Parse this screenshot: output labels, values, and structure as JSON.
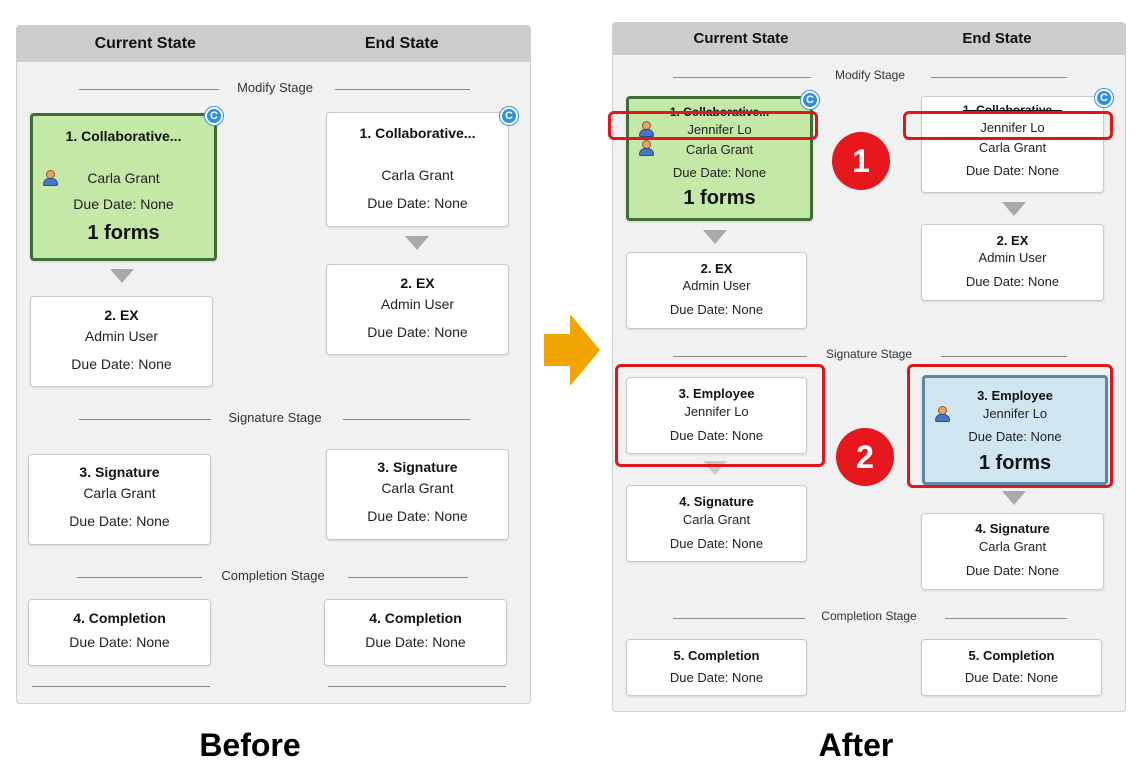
{
  "headers": {
    "current": "Current State",
    "end": "End State"
  },
  "stages": {
    "modify": "Modify Stage",
    "signature": "Signature Stage",
    "completion": "Completion Stage"
  },
  "badge": "C",
  "before": {
    "caption": "Before",
    "current": {
      "collab": {
        "title": "1. Collaborative...",
        "user": "Carla Grant",
        "due": "Due Date: None",
        "forms": "1 forms"
      },
      "ex": {
        "title": "2. EX",
        "user": "Admin User",
        "due": "Due Date: None"
      },
      "signature": {
        "title": "3. Signature",
        "user": "Carla Grant",
        "due": "Due Date: None"
      },
      "completion": {
        "title": "4. Completion",
        "due": "Due Date: None"
      }
    },
    "end": {
      "collab": {
        "title": "1. Collaborative...",
        "user": "Carla Grant",
        "due": "Due Date: None"
      },
      "ex": {
        "title": "2. EX",
        "user": "Admin User",
        "due": "Due Date: None"
      },
      "signature": {
        "title": "3. Signature",
        "user": "Carla Grant",
        "due": "Due Date: None"
      },
      "completion": {
        "title": "4. Completion",
        "due": "Due Date: None"
      }
    }
  },
  "after": {
    "caption": "After",
    "current": {
      "collab": {
        "title": "1. Collaborative...",
        "user1": "Jennifer Lo",
        "user2": "Carla Grant",
        "due": "Due Date: None",
        "forms": "1 forms"
      },
      "ex": {
        "title": "2. EX",
        "user": "Admin User",
        "due": "Due Date: None"
      },
      "employee": {
        "title": "3. Employee",
        "user": "Jennifer Lo",
        "due": "Due Date: None"
      },
      "signature": {
        "title": "4. Signature",
        "user": "Carla Grant",
        "due": "Due Date: None"
      },
      "completion": {
        "title": "5. Completion",
        "due": "Due Date: None"
      }
    },
    "end": {
      "collab": {
        "title": "1. Collaborative...",
        "user1": "Jennifer Lo",
        "user2": "Carla Grant",
        "due": "Due Date: None"
      },
      "ex": {
        "title": "2. EX",
        "user": "Admin User",
        "due": "Due Date: None"
      },
      "employee": {
        "title": "3. Employee",
        "user": "Jennifer Lo",
        "due": "Due Date: None",
        "forms": "1 forms"
      },
      "signature": {
        "title": "4. Signature",
        "user": "Carla Grant",
        "due": "Due Date: None"
      },
      "completion": {
        "title": "5. Completion",
        "due": "Due Date: None"
      }
    }
  },
  "callouts": [
    "1",
    "2"
  ],
  "colors": {
    "active_green": "#c4e8a6",
    "active_blue": "#cfe6f1",
    "highlight_red": "#e0161b",
    "transition_arrow": "#f0a500",
    "badge_blue": "#2f8fe0"
  }
}
